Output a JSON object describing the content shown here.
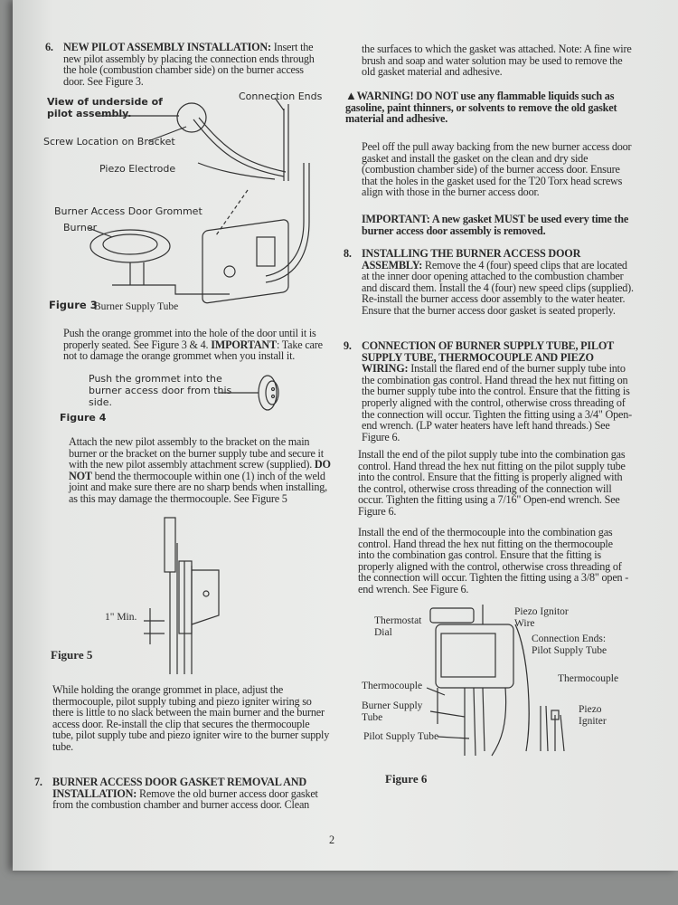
{
  "page_number": "2",
  "left": {
    "s6_num": "6.",
    "s6_title": "NEW PILOT ASSEMBLY INSTALLATION:",
    "s6_text": " Insert the new pilot assembly by placing the connection ends through the hole (combustion chamber side) on the burner access door. See Figure 3.",
    "fig3": {
      "underside": "View of underside of pilot assembly.",
      "connection_ends": "Connection Ends",
      "screw_location": "Screw Location on Bracket",
      "piezo_electrode": "Piezo Electrode",
      "grommet": "Burner Access Door Grommet",
      "burner": "Burner",
      "caption": "Figure 3",
      "burner_supply_tube": "Burner Supply Tube"
    },
    "p_grommet_a": "Push the orange grommet into the hole of the door until it is properly seated. See Figure 3 & 4. ",
    "p_grommet_important": "IMPORTANT",
    "p_grommet_b": ": Take care not to damage the orange grommet when you install it.",
    "fig4": {
      "note": "Push the grommet into the burner access door from this side.",
      "caption": "Figure 4"
    },
    "p_attach_a": "Attach the new pilot assembly to the bracket on the main burner or the bracket on the burner supply tube and secure it with the new pilot assembly attachment screw (supplied). ",
    "p_attach_donot": "DO NOT",
    "p_attach_b": " bend the thermocouple within one (1) inch of the weld joint and make sure there are no sharp bends when installing, as this may damage the thermocouple. See Figure 5",
    "fig5": {
      "min": "1\" Min.",
      "caption": "Figure 5"
    },
    "p_hold": "While holding the orange grommet in place, adjust the thermocouple, pilot supply tubing and piezo igniter wiring so there is little to no slack between the main burner and the burner access door. Re-install the clip that secures the thermocouple tube, pilot supply tube and piezo igniter wire to the burner supply tube.",
    "s7_num": "7.",
    "s7_title": "BURNER ACCESS DOOR GASKET REMOVAL AND INSTALLATION:",
    "s7_text": " Remove the old burner access door gasket from the combustion chamber and burner access door. Clean"
  },
  "right": {
    "p_cont": "the surfaces to which the gasket was attached. Note: A fine wire brush and soap and water solution may be used to remove the old gasket material and adhesive.",
    "warning_icon": "warning-triangle-icon",
    "warning_a": "WARNING! DO NOT",
    "warning_b": " use any flammable liquids such as gasoline, paint thinners, or solvents to remove the old gasket material and adhesive.",
    "p_peel": "Peel off the pull away backing from the new burner access door gasket and install the gasket on the clean and dry side (combustion chamber side) of the burner access door. Ensure that the holes in the gasket used for the T20 Torx head screws align with those in the burner access door.",
    "important": "IMPORTANT: A new gasket MUST be used every time the burner access door assembly is removed.",
    "s8_num": "8.",
    "s8_title": "INSTALLING THE BURNER ACCESS DOOR ASSEMBLY:",
    "s8_text": " Remove the 4 (four) speed clips that are located at the inner door opening attached to the combustion chamber and discard them. Install the 4 (four) new speed clips (supplied). Re-install the burner access door assembly to the water heater. Ensure that the burner access door gasket is seated properly.",
    "s9_num": "9.",
    "s9_title": "CONNECTION OF BURNER SUPPLY TUBE, PILOT SUPPLY TUBE, THERMOCOUPLE AND PIEZO WIRING:",
    "s9_text": " Install the flared end of the burner supply tube into the combination gas control. Hand thread the hex nut fitting on the burner supply tube into the control. Ensure that the fitting is properly aligned with the control, otherwise cross threading of the connection will occur. Tighten the fitting using a 3/4\" Open-end wrench. (LP water heaters have left hand threads.) See Figure 6.",
    "p_pilot": "Install the end of the pilot supply tube into the combination gas control. Hand thread the hex nut fitting on the pilot supply tube into the control. Ensure that the fitting is properly aligned with the control, otherwise cross threading of the connection will occur. Tighten the fitting using a 7/16\" Open-end wrench. See Figure 6.",
    "p_thermo": "Install the end of the thermocouple into the combination gas control. Hand thread the hex nut fitting on the thermocouple into the combination gas control. Ensure that the fitting is properly aligned with the control, otherwise cross threading of the connection will occur. Tighten the fitting using a 3/8\" open -end wrench. See Figure 6.",
    "fig6": {
      "thermostat": "Thermostat Dial",
      "piezo_wire": "Piezo Ignitor Wire",
      "connection_ends": "Connection Ends: Pilot Supply Tube",
      "thermocouple_r": "Thermocouple",
      "piezo_igniter": "Piezo Igniter",
      "thermocouple_l": "Thermocouple",
      "burner_tube": "Burner Supply Tube",
      "pilot_tube": "Pilot Supply Tube",
      "caption": "Figure 6"
    }
  }
}
